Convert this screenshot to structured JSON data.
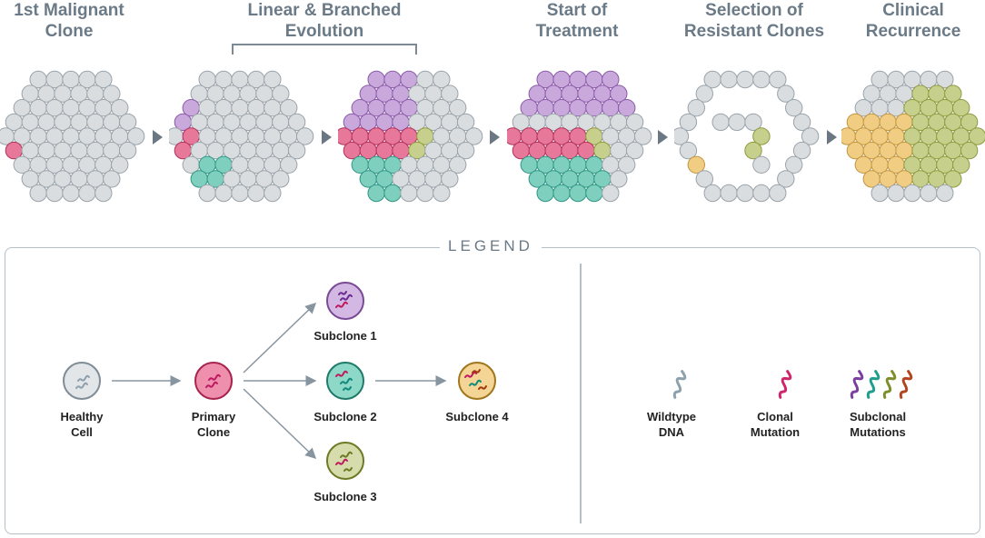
{
  "stages": [
    {
      "line1": "1st Malignant",
      "line2": "Clone"
    },
    {
      "line1": "Linear & Branched",
      "line2": "Evolution"
    },
    {
      "line1": "Start of",
      "line2": "Treatment"
    },
    {
      "line1": "Selection of",
      "line2": "Resistant Clones"
    },
    {
      "line1": "Clinical",
      "line2": "Recurrence"
    }
  ],
  "legend": {
    "title": "LEGEND",
    "cells": {
      "healthy": {
        "line1": "Healthy",
        "line2": "Cell"
      },
      "primary": {
        "line1": "Primary",
        "line2": "Clone"
      },
      "subclone1": {
        "line1": "Subclone 1"
      },
      "subclone2": {
        "line1": "Subclone 2"
      },
      "subclone3": {
        "line1": "Subclone 3"
      },
      "subclone4": {
        "line1": "Subclone 4"
      }
    },
    "dna": {
      "wildtype": {
        "line1": "Wildtype",
        "line2": "DNA"
      },
      "clonal": {
        "line1": "Clonal",
        "line2": "Mutation"
      },
      "subclonal": {
        "line1": "Subclonal",
        "line2": "Mutations"
      }
    }
  },
  "colors": {
    "healthy": "#d9dde0",
    "primary": "#e7789a",
    "subclone1": "#c9a8dc",
    "subclone2": "#7fcfbf",
    "subclone3": "#c6d08c",
    "subclone4": "#f1cd84",
    "wildtype_dna": "#8fa0ad",
    "clonal_dna": "#d0256a",
    "sub_dna_1": "#7a3fa0",
    "sub_dna_2": "#1f9e8c",
    "sub_dna_3": "#7d8f2a",
    "sub_dna_4": "#b2451e"
  }
}
